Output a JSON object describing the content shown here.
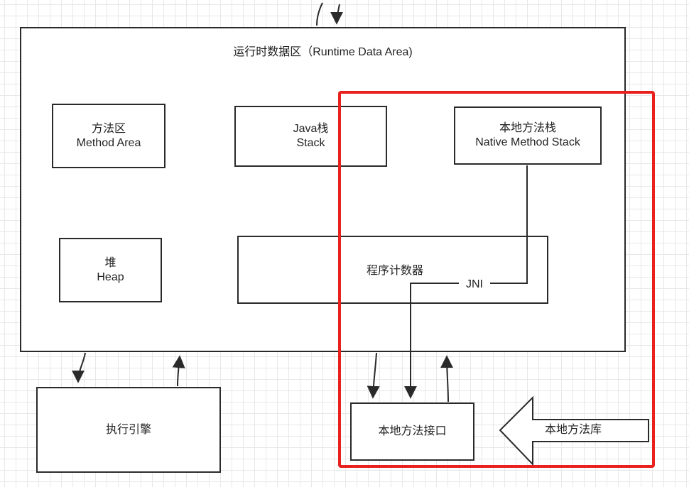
{
  "runtime_area": {
    "title": "运行时数据区（Runtime Data Area)"
  },
  "method_area": {
    "line1": "方法区",
    "line2": "Method Area"
  },
  "java_stack": {
    "line1": "Java栈",
    "line2": "Stack"
  },
  "native_stack": {
    "line1": "本地方法栈",
    "line2": "Native Method Stack"
  },
  "heap": {
    "line1": "堆",
    "line2": "Heap"
  },
  "pc_register": {
    "label": "程序计数器"
  },
  "jni": {
    "label": "JNI"
  },
  "execution_engine": {
    "label": "执行引擎"
  },
  "native_interface": {
    "label": "本地方法接口"
  },
  "native_library": {
    "label": "本地方法库"
  },
  "colors": {
    "highlight": "#e8201e",
    "stroke": "#2a2a2a",
    "grid": "#e8e8e8"
  }
}
